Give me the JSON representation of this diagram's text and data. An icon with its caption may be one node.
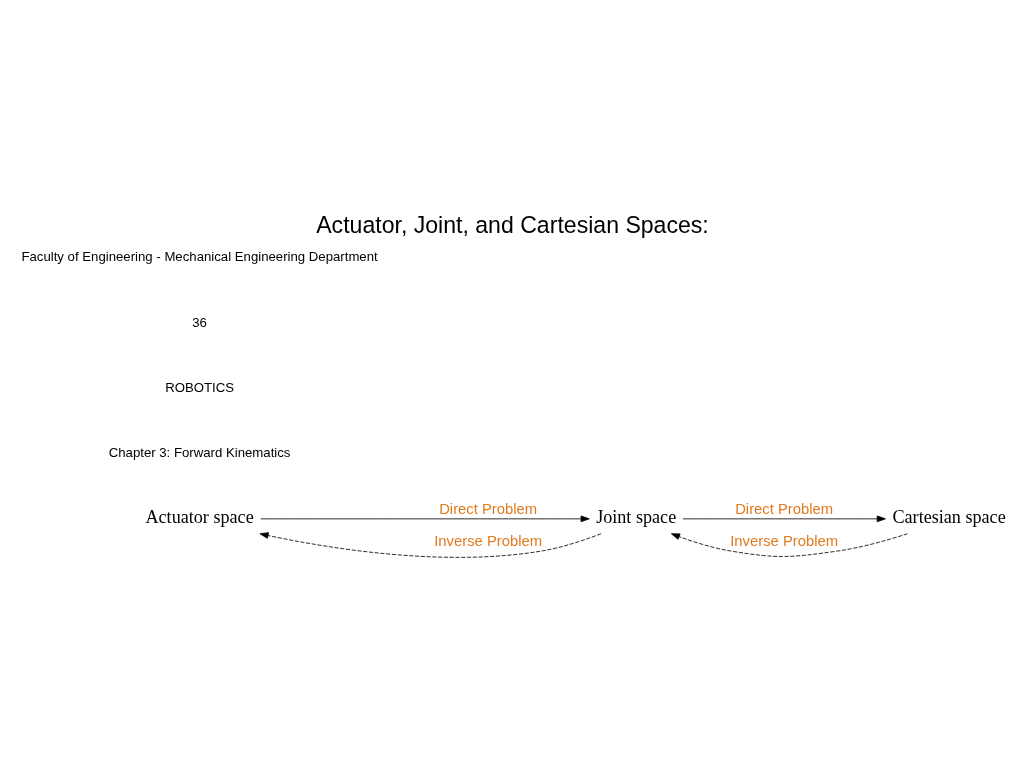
{
  "diagram": {
    "title": "Actuator, Joint, and Cartesian Spaces:",
    "nodes": [
      {
        "text": [
          "Actuator space"
        ]
      },
      {
        "text": [
          "Joint space"
        ]
      },
      {
        "text": [
          "Cartesian space"
        ]
      }
    ],
    "edges": [
      {
        "from": 1,
        "to": 0,
        "arrow": "to",
        "label": "Inverse Problem",
        "style": "dashed"
      },
      {
        "from": 2,
        "to": 1,
        "arrow": "to",
        "label": "Inverse Problem",
        "style": "dashed"
      },
      {
        "from": 0,
        "to": 1,
        "arrow": "to",
        "label": "Direct Problem"
      },
      {
        "from": 1,
        "to": 2,
        "arrow": "to",
        "label": "Direct Problem"
      }
    ],
    "labels": [
      "Chapter 3: Forward Kinematics",
      "ROBOTICS",
      "36",
      "Faculty of Engineering - Mechanical Engineering Department"
    ]
  }
}
